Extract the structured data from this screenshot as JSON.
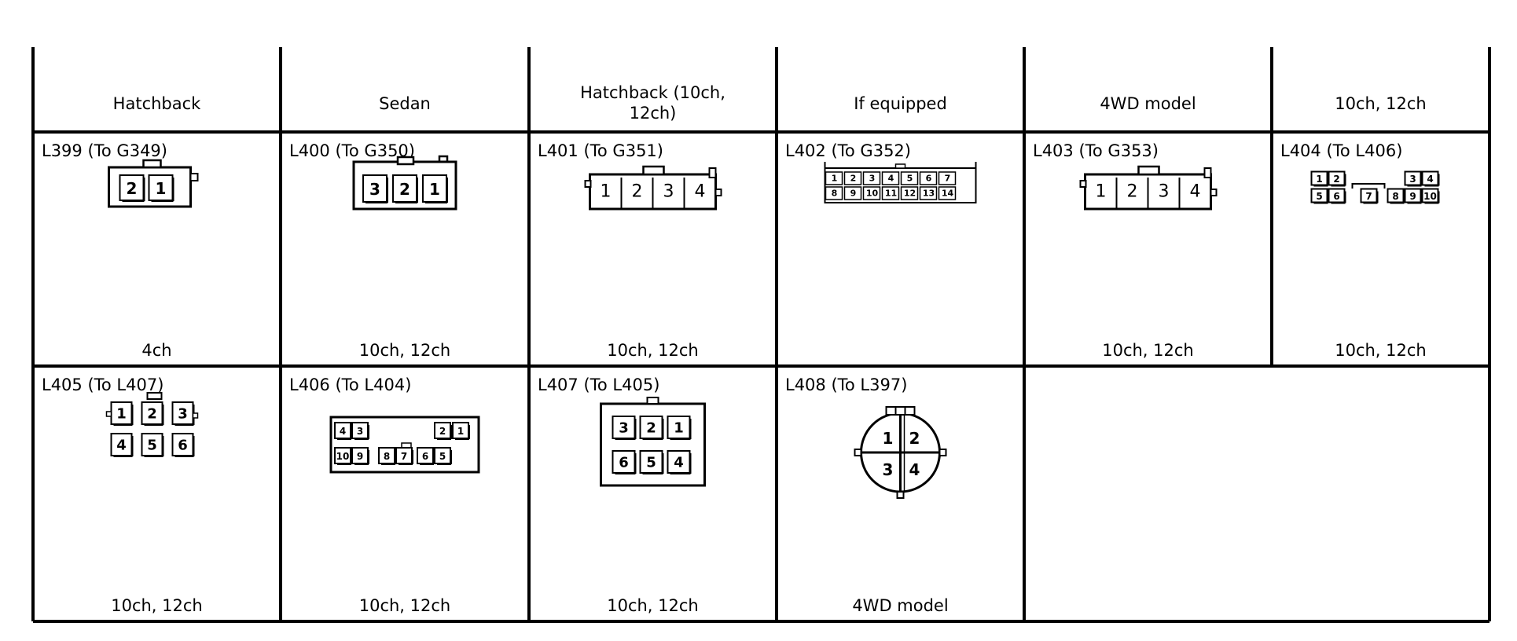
{
  "header": [
    "Hatchback",
    "Sedan",
    "Hatchback (10ch,\n12ch)",
    "If equipped",
    "4WD model",
    "10ch, 12ch"
  ],
  "rows": [
    [
      {
        "id": "L399 (To G349)",
        "note": "4ch",
        "connector": "c2"
      },
      {
        "id": "L400 (To G350)",
        "note": "10ch, 12ch",
        "connector": "c3"
      },
      {
        "id": "L401 (To G351)",
        "note": "10ch, 12ch",
        "connector": "c4"
      },
      {
        "id": "L402 (To G352)",
        "note": "",
        "connector": "c14"
      },
      {
        "id": "L403 (To G353)",
        "note": "10ch, 12ch",
        "connector": "c4"
      },
      {
        "id": "L404 (To L406)",
        "note": "10ch, 12ch",
        "connector": "c10a"
      }
    ],
    [
      {
        "id": "L405 (To L407)",
        "note": "10ch, 12ch",
        "connector": "c6a"
      },
      {
        "id": "L406 (To L404)",
        "note": "10ch, 12ch",
        "connector": "c10b"
      },
      {
        "id": "L407 (To L405)",
        "note": "10ch, 12ch",
        "connector": "c6b"
      },
      {
        "id": "L408 (To L397)",
        "note": "4WD model",
        "connector": "round4"
      },
      null,
      null
    ]
  ]
}
